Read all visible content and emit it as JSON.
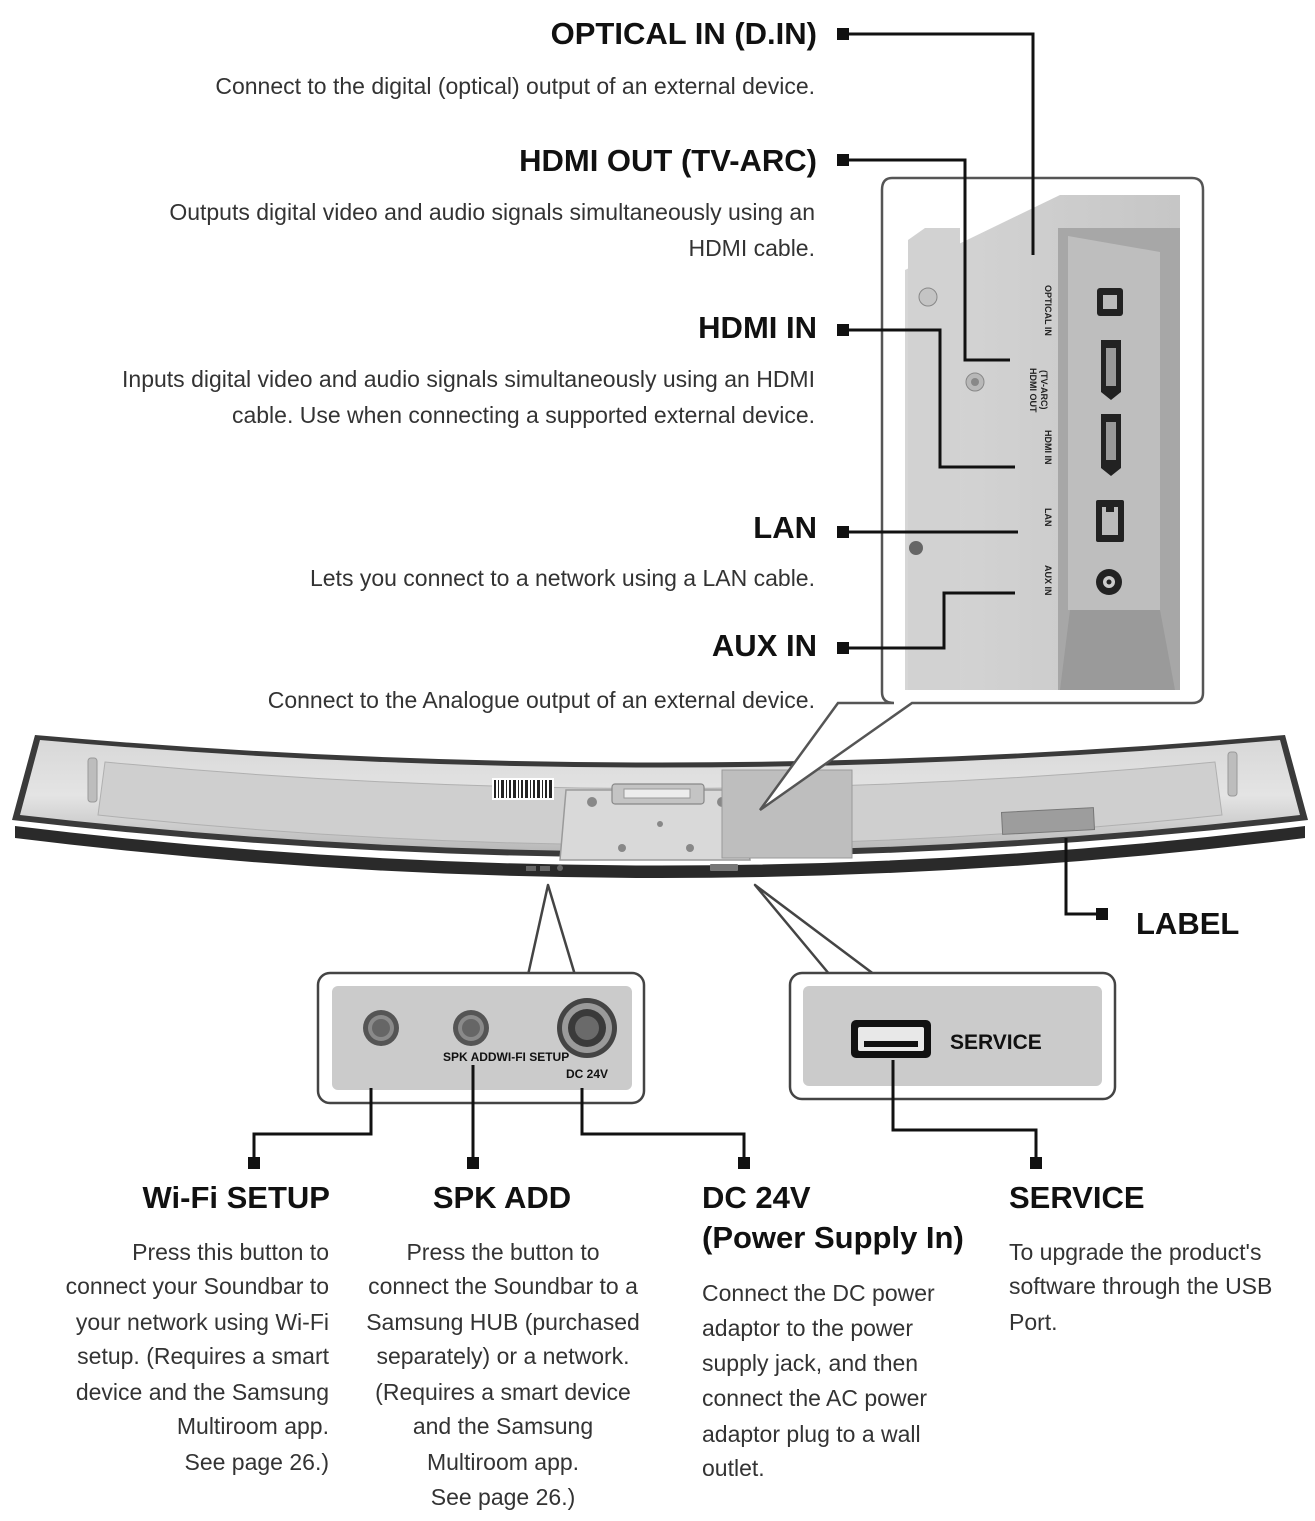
{
  "ports": {
    "optical": {
      "title": "OPTICAL IN (D.IN)",
      "desc": [
        "Connect to the digital (optical) output of an external device."
      ]
    },
    "hdmi_out": {
      "title": "HDMI OUT (TV-ARC)",
      "desc": [
        "Outputs digital video and audio signals simultaneously using an",
        "HDMI cable."
      ]
    },
    "hdmi_in": {
      "title": "HDMI IN",
      "desc": [
        "Inputs digital video and audio signals simultaneously using an HDMI",
        "cable. Use when connecting a supported external device."
      ]
    },
    "lan": {
      "title": "LAN",
      "desc": [
        "Lets you connect to a network using a LAN cable."
      ]
    },
    "aux_in": {
      "title": "AUX IN",
      "desc": [
        "Connect to the Analogue output of an external device."
      ]
    },
    "label": {
      "title": "LABEL"
    },
    "wifi_setup": {
      "title": "Wi-Fi SETUP",
      "desc": [
        "Press this button to",
        "connect your Soundbar to",
        "your network using Wi-Fi",
        "setup. (Requires a smart",
        "device and the Samsung",
        "Multiroom app.",
        "See page 26.)"
      ]
    },
    "spk_add": {
      "title": "SPK ADD",
      "desc": [
        "Press the button to",
        "connect the Soundbar to a",
        "Samsung HUB (purchased",
        "separately) or a network.",
        "(Requires a smart device",
        "and the Samsung",
        "Multiroom app.",
        "See page 26.)"
      ]
    },
    "dc_24v": {
      "title": [
        "DC 24V",
        "(Power Supply In)"
      ],
      "desc": [
        "Connect the DC power",
        "adaptor to the power",
        "supply jack, and then",
        "connect the AC power",
        "adaptor plug to a wall",
        "outlet."
      ]
    },
    "service": {
      "title": "SERVICE",
      "desc": [
        "To upgrade the product's",
        "software through the USB",
        "Port."
      ]
    }
  },
  "panel_labels": {
    "left_box": {
      "spk_wifi": "SPK ADDWI-FI SETUP",
      "dc": "DC 24V"
    },
    "right_box": {
      "service": "SERVICE"
    },
    "side_panel": {
      "optical": "OPTICAL IN",
      "hdmi_out": [
        "HDMI OUT",
        "(TV-ARC)"
      ],
      "hdmi_in": "HDMI IN",
      "lan": "LAN",
      "aux": "AUX IN"
    }
  }
}
